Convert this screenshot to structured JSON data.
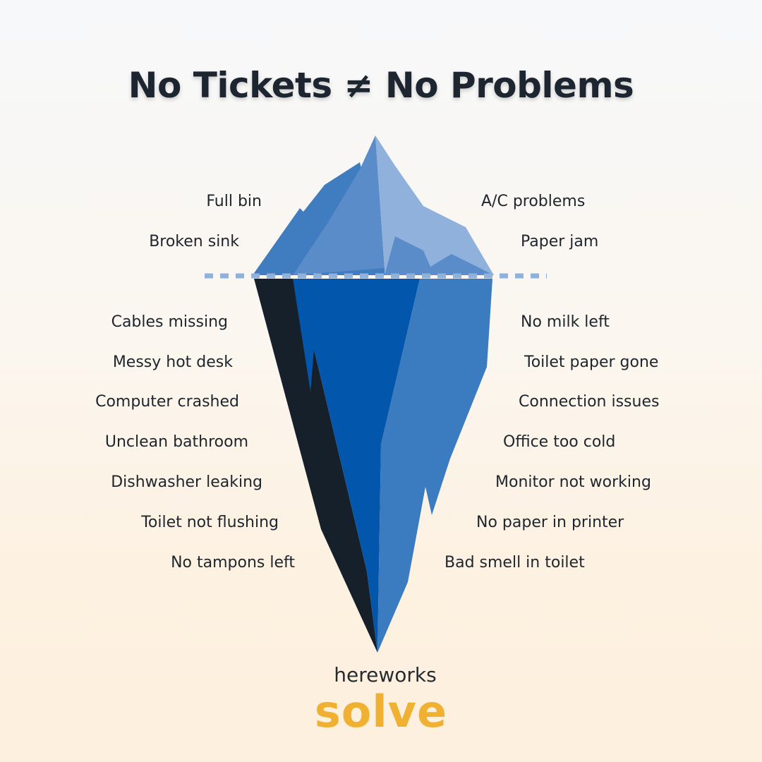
{
  "title": "No Tickets ≠ No Problems",
  "above_waterline_left": [
    "Full bin",
    "Broken sink"
  ],
  "above_waterline_right": [
    "A/C problems",
    "Paper jam"
  ],
  "below_waterline_left": [
    "Cables missing",
    "Messy hot desk",
    "Computer crashed",
    "Unclean bathroom",
    "Dishwasher leaking",
    "Toilet not flushing",
    "No tampons left"
  ],
  "below_waterline_right": [
    "No milk left",
    "Toilet paper gone",
    "Connection issues",
    "Office too cold",
    "Monitor not working",
    "No paper in printer",
    "Bad smell in toilet"
  ],
  "brand": {
    "sub": "hereworks",
    "main": "solve"
  },
  "colors": {
    "tip_light": "#8fb1dc",
    "tip_mid": "#5b8cca",
    "tip_dark": "#3f7cc0",
    "waterline": "#8fb1dc",
    "under_dark": "#16202b",
    "under_deep": "#0257ad",
    "under_mid": "#3a7cbf",
    "brand_accent": "#f0b133"
  }
}
